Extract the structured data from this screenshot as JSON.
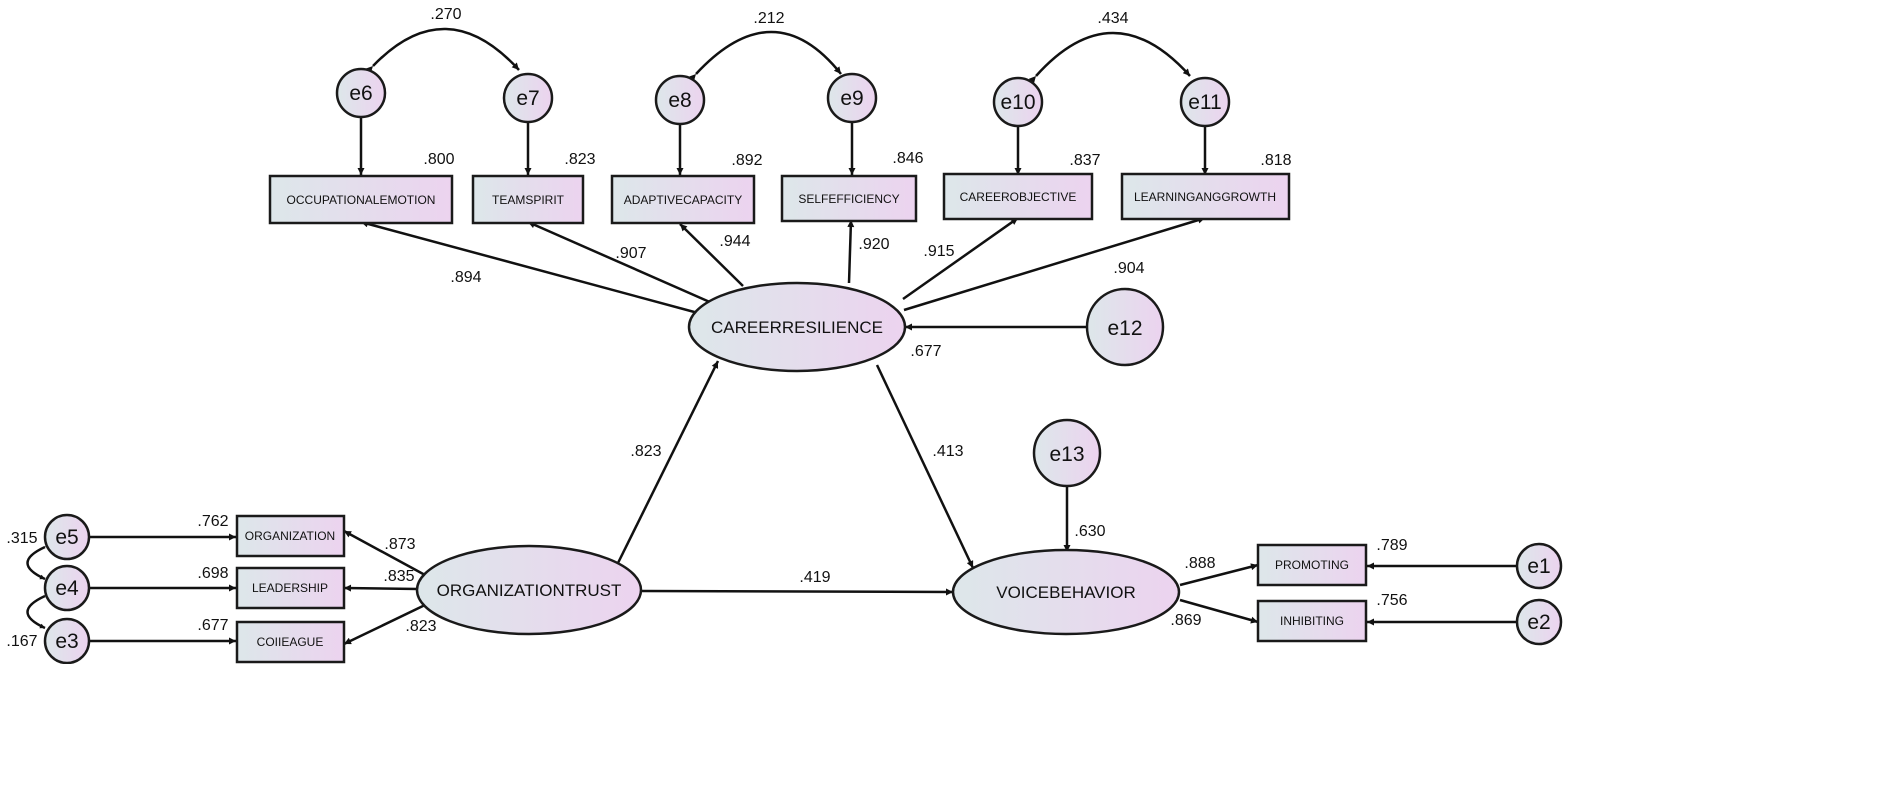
{
  "colors": {
    "fill_left": "#dde7ea",
    "fill_right": "#ecd3ef",
    "stroke": "#1a1a1a"
  },
  "observed": {
    "occupational_emotion": "OCCUPATIONALEMOTION",
    "team_spirit": "TEAMSPIRIT",
    "adaptive_capacity": "ADAPTIVECAPACITY",
    "self_efficiency": "SELFEFFICIENCY",
    "career_objective": "CAREEROBJECTIVE",
    "learning_growth": "LEARNINGANGGROWTH",
    "organization": "ORGANIZATION",
    "leadership": "LEADERSHIP",
    "colleague": "COIIEAGUE",
    "promoting": "PROMOTING",
    "inhibiting": "INHIBITING"
  },
  "latent": {
    "career_resilience": "CAREERRESILIENCE",
    "organization_trust": "ORGANIZATIONTRUST",
    "voice_behavior": "VOICEBEHAVIOR"
  },
  "errors": {
    "e1": "e1",
    "e2": "e2",
    "e3": "e3",
    "e4": "e4",
    "e5": "e5",
    "e6": "e6",
    "e7": "e7",
    "e8": "e8",
    "e9": "e9",
    "e10": "e10",
    "e11": "e11",
    "e12": "e12",
    "e13": "e13"
  },
  "coefficients": {
    "cov_e6_e7": ".270",
    "cov_e8_e9": ".212",
    "cov_e10_e11": ".434",
    "r2_occupational_emotion": ".800",
    "r2_team_spirit": ".823",
    "r2_adaptive_capacity": ".892",
    "r2_self_efficiency": ".846",
    "r2_career_objective": ".837",
    "r2_learning_growth": ".818",
    "load_occupational_emotion": ".894",
    "load_team_spirit": ".907",
    "load_adaptive_capacity": ".944",
    "load_self_efficiency": ".920",
    "load_career_objective": ".915",
    "load_learning_growth": ".904",
    "r2_career_resilience": ".677",
    "path_trust_resilience": ".823",
    "path_resilience_voice": ".413",
    "r2_voice_behavior": ".630",
    "path_trust_voice": ".419",
    "cov_e4_e5": ".315",
    "cov_e3_e4": ".167",
    "r2_organization": ".762",
    "r2_leadership": ".698",
    "r2_colleague": ".677",
    "load_organization": ".873",
    "load_leadership": ".835",
    "load_colleague": ".823",
    "load_promoting": ".888",
    "load_inhibiting": ".869",
    "r2_promoting": ".789",
    "r2_inhibiting": ".756"
  }
}
